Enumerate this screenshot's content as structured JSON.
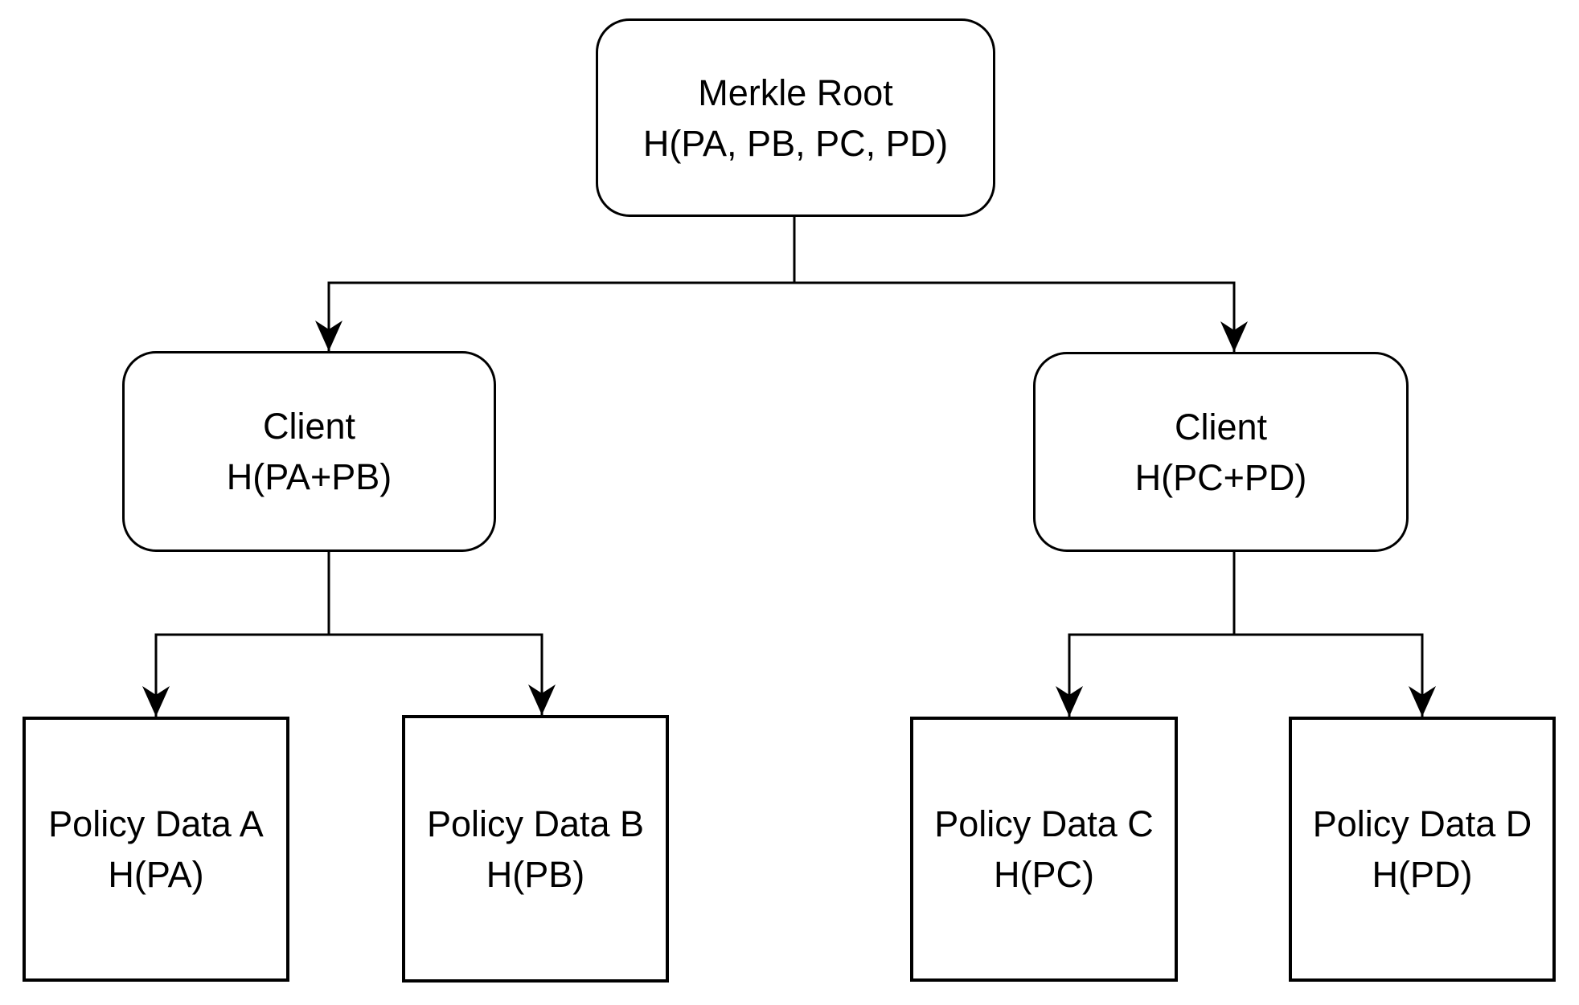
{
  "diagram": {
    "background_color": "#ffffff",
    "line_color": "#000000",
    "text_color": "#000000",
    "nodes": {
      "root": {
        "title": "Merkle Root",
        "hash": "H(PA, PB, PC, PD)"
      },
      "client_left": {
        "title": "Client",
        "hash": "H(PA+PB)"
      },
      "client_right": {
        "title": "Client",
        "hash": "H(PC+PD)"
      },
      "leaf_a": {
        "title": "Policy Data A",
        "hash": "H(PA)"
      },
      "leaf_b": {
        "title": "Policy Data B",
        "hash": "H(PB)"
      },
      "leaf_c": {
        "title": "Policy Data C",
        "hash": "H(PC)"
      },
      "leaf_d": {
        "title": "Policy Data D",
        "hash": "H(PD)"
      }
    },
    "edges": [
      {
        "from": "root",
        "to": "client_left"
      },
      {
        "from": "root",
        "to": "client_right"
      },
      {
        "from": "client_left",
        "to": "leaf_a"
      },
      {
        "from": "client_left",
        "to": "leaf_b"
      },
      {
        "from": "client_right",
        "to": "leaf_c"
      },
      {
        "from": "client_right",
        "to": "leaf_d"
      }
    ]
  }
}
